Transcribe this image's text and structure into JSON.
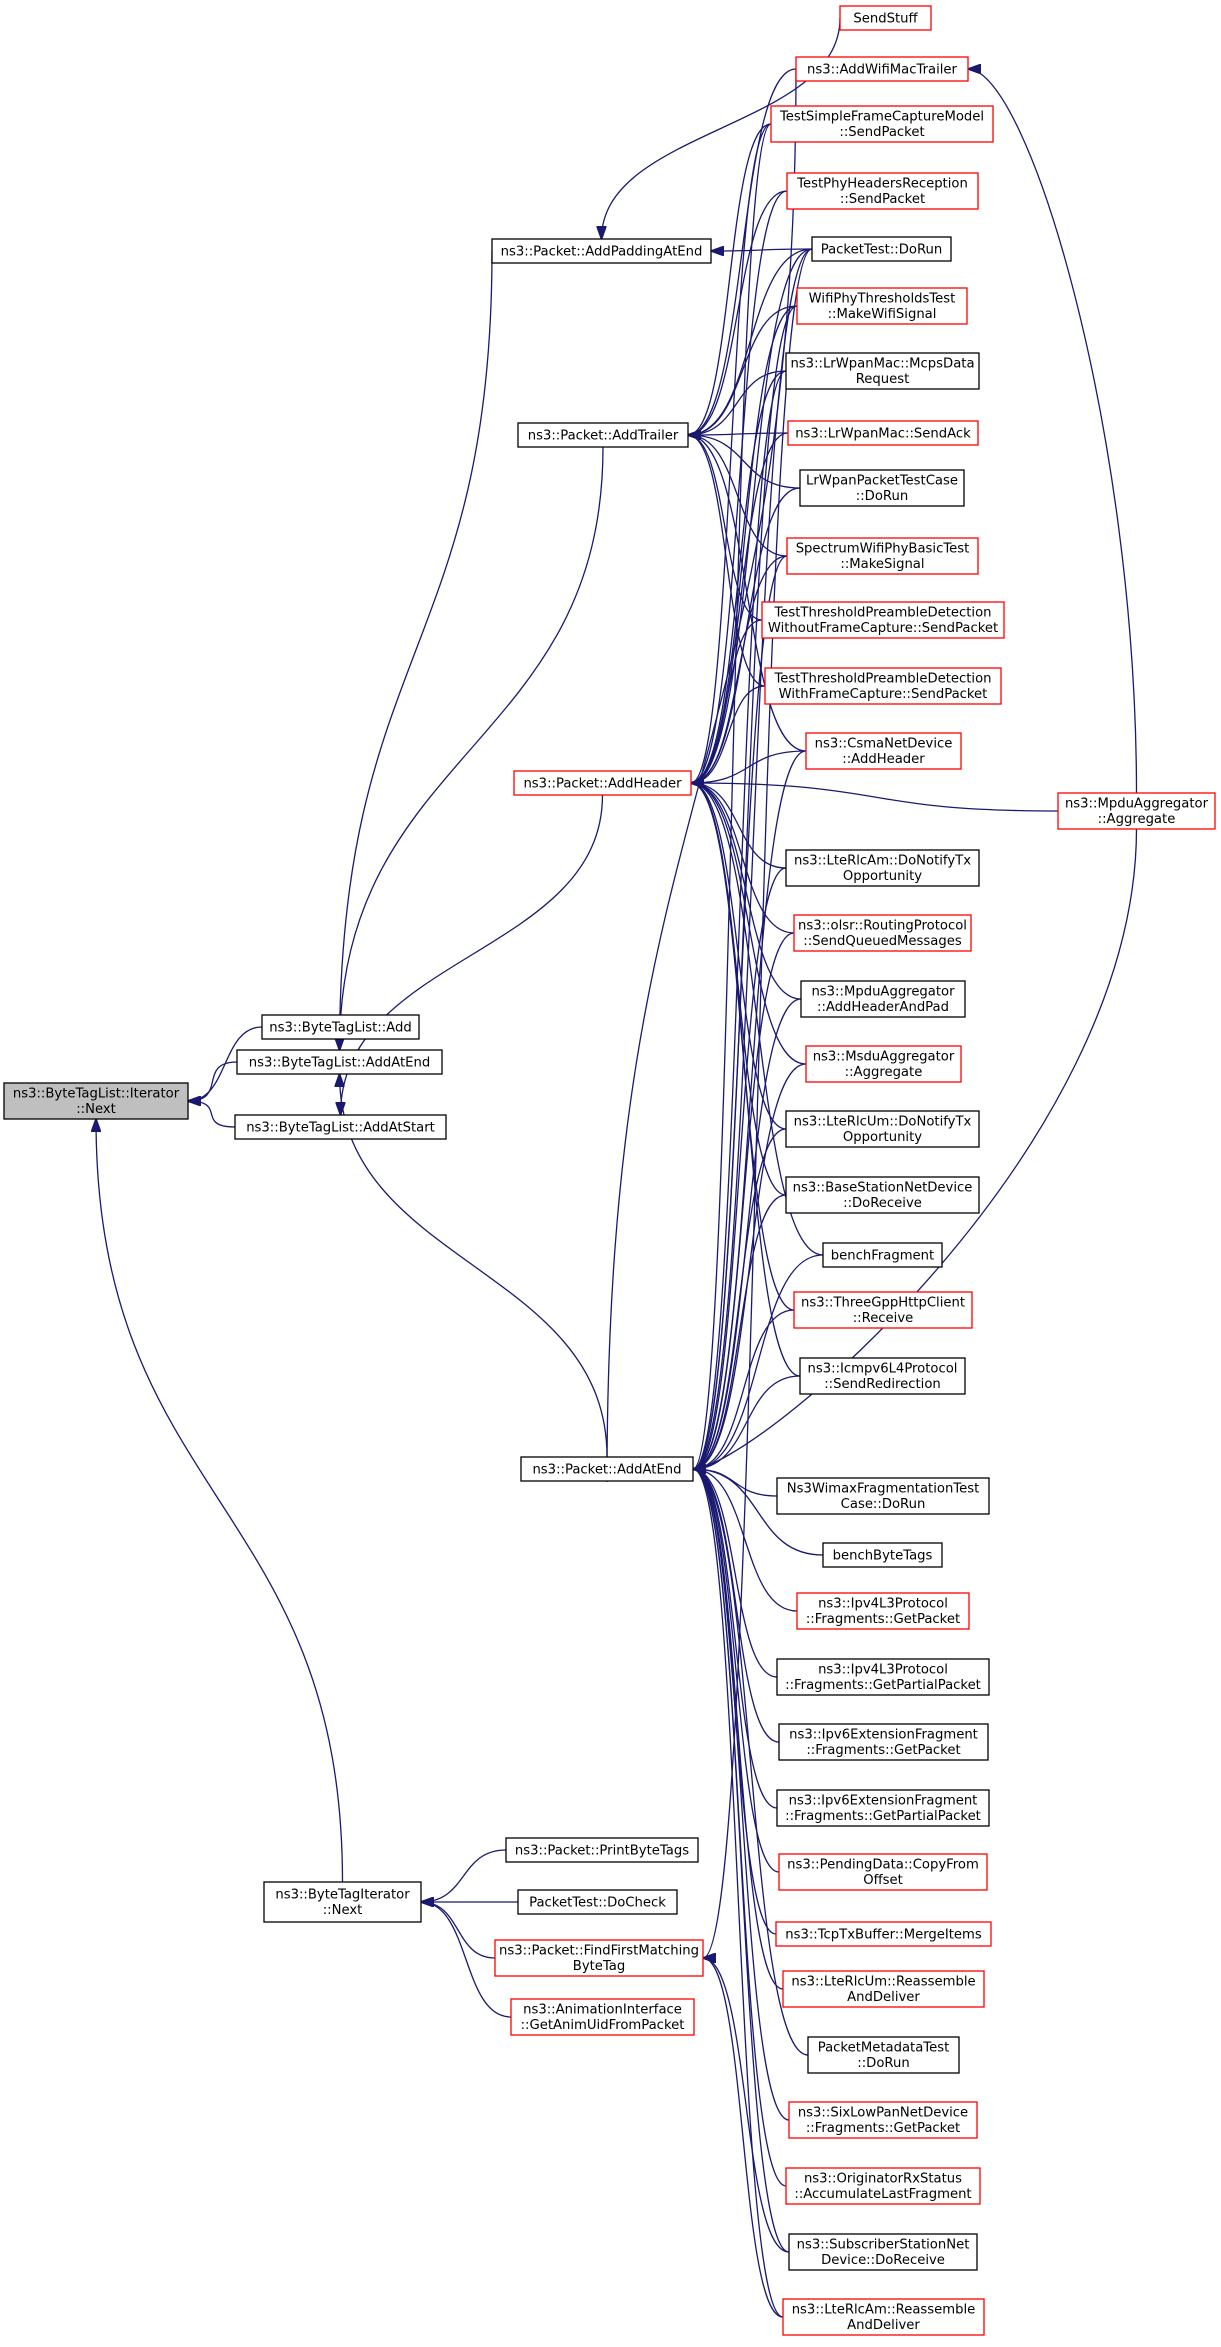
{
  "colors": {
    "edge": "#191970",
    "selected_fill": "#bfbfbf",
    "normal_border": "#000000",
    "truncated_border": "#ff0000",
    "background": "#ffffff"
  },
  "nodes": [
    {
      "id": "next",
      "lines": [
        "ns3::ByteTagList::Iterator",
        "::Next"
      ],
      "style": "selected"
    },
    {
      "id": "btl_add",
      "lines": [
        "ns3::ByteTagList::Add"
      ],
      "style": "normal"
    },
    {
      "id": "btl_addatend",
      "lines": [
        "ns3::ByteTagList::AddAtEnd"
      ],
      "style": "normal"
    },
    {
      "id": "btl_addatstart",
      "lines": [
        "ns3::ByteTagList::AddAtStart"
      ],
      "style": "normal"
    },
    {
      "id": "bti_next",
      "lines": [
        "ns3::ByteTagIterator",
        "::Next"
      ],
      "style": "normal"
    },
    {
      "id": "addpadding",
      "lines": [
        "ns3::Packet::AddPaddingAtEnd"
      ],
      "style": "normal"
    },
    {
      "id": "addtrailer",
      "lines": [
        "ns3::Packet::AddTrailer"
      ],
      "style": "normal"
    },
    {
      "id": "addheader",
      "lines": [
        "ns3::Packet::AddHeader"
      ],
      "style": "truncated"
    },
    {
      "id": "paddatend",
      "lines": [
        "ns3::Packet::AddAtEnd"
      ],
      "style": "normal"
    },
    {
      "id": "printbytetags",
      "lines": [
        "ns3::Packet::PrintByteTags"
      ],
      "style": "normal"
    },
    {
      "id": "pt_docheck",
      "lines": [
        "PacketTest::DoCheck"
      ],
      "style": "normal"
    },
    {
      "id": "findfirst",
      "lines": [
        "ns3::Packet::FindFirstMatching",
        "ByteTag"
      ],
      "style": "truncated"
    },
    {
      "id": "getanimuid",
      "lines": [
        "ns3::AnimationInterface",
        "::GetAnimUidFromPacket"
      ],
      "style": "truncated"
    },
    {
      "id": "sendstuff",
      "lines": [
        "SendStuff"
      ],
      "style": "truncated"
    },
    {
      "id": "addwifimac",
      "lines": [
        "ns3::AddWifiMacTrailer"
      ],
      "style": "truncated"
    },
    {
      "id": "tsfcm",
      "lines": [
        "TestSimpleFrameCaptureModel",
        "::SendPacket"
      ],
      "style": "truncated"
    },
    {
      "id": "tphr",
      "lines": [
        "TestPhyHeadersReception",
        "::SendPacket"
      ],
      "style": "truncated"
    },
    {
      "id": "pt_dorun",
      "lines": [
        "PacketTest::DoRun"
      ],
      "style": "normal"
    },
    {
      "id": "wpt",
      "lines": [
        "WifiPhyThresholdsTest",
        "::MakeWifiSignal"
      ],
      "style": "truncated"
    },
    {
      "id": "lrmcps",
      "lines": [
        "ns3::LrWpanMac::McpsData",
        "Request"
      ],
      "style": "normal"
    },
    {
      "id": "lrsendack",
      "lines": [
        "ns3::LrWpanMac::SendAck"
      ],
      "style": "truncated"
    },
    {
      "id": "lrptc",
      "lines": [
        "LrWpanPacketTestCase",
        "::DoRun"
      ],
      "style": "normal"
    },
    {
      "id": "swpbt",
      "lines": [
        "SpectrumWifiPhyBasicTest",
        "::MakeSignal"
      ],
      "style": "truncated"
    },
    {
      "id": "ttpd_wo",
      "lines": [
        "TestThresholdPreambleDetection",
        "WithoutFrameCapture::SendPacket"
      ],
      "style": "truncated"
    },
    {
      "id": "ttpd_w",
      "lines": [
        "TestThresholdPreambleDetection",
        "WithFrameCapture::SendPacket"
      ],
      "style": "truncated"
    },
    {
      "id": "csma",
      "lines": [
        "ns3::CsmaNetDevice",
        "::AddHeader"
      ],
      "style": "truncated"
    },
    {
      "id": "mpduagg",
      "lines": [
        "ns3::MpduAggregator",
        "::Aggregate"
      ],
      "style": "truncated"
    },
    {
      "id": "lteam_tx",
      "lines": [
        "ns3::LteRlcAm::DoNotifyTx",
        "Opportunity"
      ],
      "style": "normal"
    },
    {
      "id": "olsr",
      "lines": [
        "ns3::olsr::RoutingProtocol",
        "::SendQueuedMessages"
      ],
      "style": "truncated"
    },
    {
      "id": "mpdu_ahp",
      "lines": [
        "ns3::MpduAggregator",
        "::AddHeaderAndPad"
      ],
      "style": "normal"
    },
    {
      "id": "msduagg",
      "lines": [
        "ns3::MsduAggregator",
        "::Aggregate"
      ],
      "style": "truncated"
    },
    {
      "id": "lteum_tx",
      "lines": [
        "ns3::LteRlcUm::DoNotifyTx",
        "Opportunity"
      ],
      "style": "normal"
    },
    {
      "id": "bsnd",
      "lines": [
        "ns3::BaseStationNetDevice",
        "::DoReceive"
      ],
      "style": "normal"
    },
    {
      "id": "benchfrag",
      "lines": [
        "benchFragment"
      ],
      "style": "normal"
    },
    {
      "id": "threegpp",
      "lines": [
        "ns3::ThreeGppHttpClient",
        "::Receive"
      ],
      "style": "truncated"
    },
    {
      "id": "icmpv6",
      "lines": [
        "ns3::Icmpv6L4Protocol",
        "::SendRedirection"
      ],
      "style": "normal"
    },
    {
      "id": "ns3wimax",
      "lines": [
        "Ns3WimaxFragmentationTest",
        "Case::DoRun"
      ],
      "style": "normal"
    },
    {
      "id": "benchbytetags",
      "lines": [
        "benchByteTags"
      ],
      "style": "normal"
    },
    {
      "id": "ipv4frag_gp",
      "lines": [
        "ns3::Ipv4L3Protocol",
        "::Fragments::GetPacket"
      ],
      "style": "truncated"
    },
    {
      "id": "ipv4frag_gpp",
      "lines": [
        "ns3::Ipv4L3Protocol",
        "::Fragments::GetPartialPacket"
      ],
      "style": "normal"
    },
    {
      "id": "ipv6frag_gp",
      "lines": [
        "ns3::Ipv6ExtensionFragment",
        "::Fragments::GetPacket"
      ],
      "style": "normal"
    },
    {
      "id": "ipv6frag_gpp",
      "lines": [
        "ns3::Ipv6ExtensionFragment",
        "::Fragments::GetPartialPacket"
      ],
      "style": "normal"
    },
    {
      "id": "pending",
      "lines": [
        "ns3::PendingData::CopyFrom",
        "Offset"
      ],
      "style": "truncated"
    },
    {
      "id": "tcptx",
      "lines": [
        "ns3::TcpTxBuffer::MergeItems"
      ],
      "style": "truncated"
    },
    {
      "id": "lteum_ra",
      "lines": [
        "ns3::LteRlcUm::Reassemble",
        "AndDeliver"
      ],
      "style": "truncated"
    },
    {
      "id": "pmt",
      "lines": [
        "PacketMetadataTest",
        "::DoRun"
      ],
      "style": "normal"
    },
    {
      "id": "sixlowpan",
      "lines": [
        "ns3::SixLowPanNetDevice",
        "::Fragments::GetPacket"
      ],
      "style": "truncated"
    },
    {
      "id": "orig",
      "lines": [
        "ns3::OriginatorRxStatus",
        "::AccumulateLastFragment"
      ],
      "style": "truncated"
    },
    {
      "id": "ssnd",
      "lines": [
        "ns3::SubscriberStationNet",
        "Device::DoReceive"
      ],
      "style": "normal"
    },
    {
      "id": "lteam_ra",
      "lines": [
        "ns3::LteRlcAm::Reassemble",
        "AndDeliver"
      ],
      "style": "truncated"
    }
  ],
  "edges": [
    {
      "from": "btl_add",
      "to": "next"
    },
    {
      "from": "btl_addatend",
      "to": "next"
    },
    {
      "from": "btl_addatstart",
      "to": "next"
    },
    {
      "from": "bti_next",
      "to": "next"
    },
    {
      "from": "addpadding",
      "to": "btl_addatend"
    },
    {
      "from": "addtrailer",
      "to": "btl_addatend"
    },
    {
      "from": "addheader",
      "to": "btl_addatstart"
    },
    {
      "from": "paddatend",
      "to": "btl_addatend"
    },
    {
      "from": "printbytetags",
      "to": "bti_next"
    },
    {
      "from": "pt_docheck",
      "to": "bti_next"
    },
    {
      "from": "findfirst",
      "to": "bti_next"
    },
    {
      "from": "getanimuid",
      "to": "bti_next"
    },
    {
      "from": "sendstuff",
      "to": "addpadding"
    },
    {
      "from": "pt_dorun",
      "to": "addpadding"
    },
    {
      "from": "addwifimac",
      "to": "addtrailer"
    },
    {
      "from": "tsfcm",
      "to": "addtrailer"
    },
    {
      "from": "tphr",
      "to": "addtrailer"
    },
    {
      "from": "pt_dorun",
      "to": "addtrailer"
    },
    {
      "from": "wpt",
      "to": "addtrailer"
    },
    {
      "from": "lrmcps",
      "to": "addtrailer"
    },
    {
      "from": "lrsendack",
      "to": "addtrailer"
    },
    {
      "from": "lrptc",
      "to": "addtrailer"
    },
    {
      "from": "swpbt",
      "to": "addtrailer"
    },
    {
      "from": "ttpd_wo",
      "to": "addtrailer"
    },
    {
      "from": "ttpd_w",
      "to": "addtrailer"
    },
    {
      "from": "csma",
      "to": "addtrailer"
    },
    {
      "from": "mpduagg",
      "to": "addwifimac"
    },
    {
      "from": "tsfcm",
      "to": "addheader"
    },
    {
      "from": "tphr",
      "to": "addheader"
    },
    {
      "from": "pt_dorun",
      "to": "addheader"
    },
    {
      "from": "wpt",
      "to": "addheader"
    },
    {
      "from": "lrmcps",
      "to": "addheader"
    },
    {
      "from": "lrsendack",
      "to": "addheader"
    },
    {
      "from": "lrptc",
      "to": "addheader"
    },
    {
      "from": "swpbt",
      "to": "addheader"
    },
    {
      "from": "ttpd_wo",
      "to": "addheader"
    },
    {
      "from": "ttpd_w",
      "to": "addheader"
    },
    {
      "from": "csma",
      "to": "addheader"
    },
    {
      "from": "mpduagg",
      "to": "addheader"
    },
    {
      "from": "lteam_tx",
      "to": "addheader"
    },
    {
      "from": "olsr",
      "to": "addheader"
    },
    {
      "from": "mpdu_ahp",
      "to": "addheader"
    },
    {
      "from": "msduagg",
      "to": "addheader"
    },
    {
      "from": "lteum_tx",
      "to": "addheader"
    },
    {
      "from": "bsnd",
      "to": "addheader"
    },
    {
      "from": "benchfrag",
      "to": "addheader"
    },
    {
      "from": "threegpp",
      "to": "addheader"
    },
    {
      "from": "icmpv6",
      "to": "addheader"
    },
    {
      "from": "addwifimac",
      "to": "paddatend"
    },
    {
      "from": "tsfcm",
      "to": "paddatend"
    },
    {
      "from": "pt_dorun",
      "to": "paddatend"
    },
    {
      "from": "wpt",
      "to": "paddatend"
    },
    {
      "from": "lrmcps",
      "to": "paddatend"
    },
    {
      "from": "swpbt",
      "to": "paddatend"
    },
    {
      "from": "csma",
      "to": "paddatend"
    },
    {
      "from": "mpduagg",
      "to": "paddatend"
    },
    {
      "from": "lteam_tx",
      "to": "paddatend"
    },
    {
      "from": "olsr",
      "to": "paddatend"
    },
    {
      "from": "mpdu_ahp",
      "to": "paddatend"
    },
    {
      "from": "msduagg",
      "to": "paddatend"
    },
    {
      "from": "lteum_tx",
      "to": "paddatend"
    },
    {
      "from": "bsnd",
      "to": "paddatend"
    },
    {
      "from": "benchfrag",
      "to": "paddatend"
    },
    {
      "from": "threegpp",
      "to": "paddatend"
    },
    {
      "from": "icmpv6",
      "to": "paddatend"
    },
    {
      "from": "ns3wimax",
      "to": "paddatend"
    },
    {
      "from": "benchbytetags",
      "to": "paddatend"
    },
    {
      "from": "ipv4frag_gp",
      "to": "paddatend"
    },
    {
      "from": "ipv4frag_gpp",
      "to": "paddatend"
    },
    {
      "from": "ipv6frag_gp",
      "to": "paddatend"
    },
    {
      "from": "ipv6frag_gpp",
      "to": "paddatend"
    },
    {
      "from": "pending",
      "to": "paddatend"
    },
    {
      "from": "tcptx",
      "to": "paddatend"
    },
    {
      "from": "lteum_ra",
      "to": "paddatend"
    },
    {
      "from": "pmt",
      "to": "paddatend"
    },
    {
      "from": "sixlowpan",
      "to": "paddatend"
    },
    {
      "from": "orig",
      "to": "paddatend"
    },
    {
      "from": "ssnd",
      "to": "paddatend"
    },
    {
      "from": "lteam_ra",
      "to": "paddatend"
    },
    {
      "from": "lteam_ra",
      "to": "findfirst"
    },
    {
      "from": "ssnd",
      "to": "findfirst"
    },
    {
      "from": "pt_dorun",
      "to": "findfirst"
    }
  ]
}
